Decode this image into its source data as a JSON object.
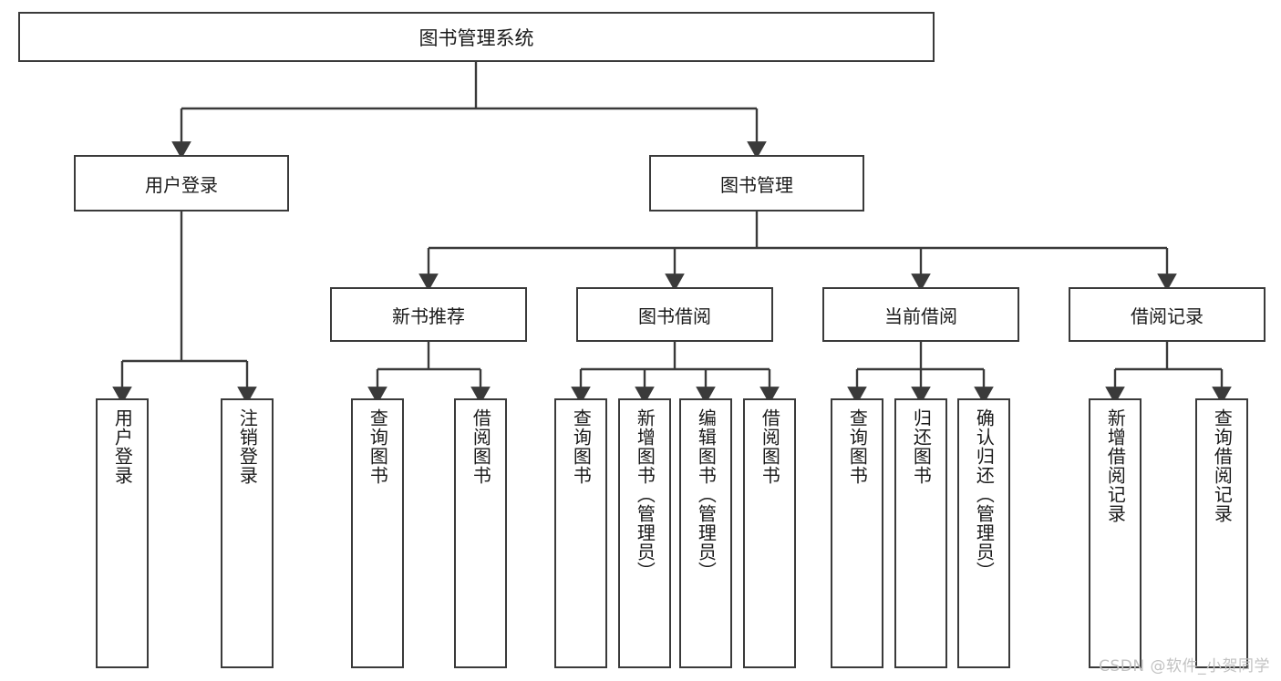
{
  "diagram": {
    "title": "图书管理系统",
    "type": "tree-hierarchy-chart",
    "stroke_color": "#3a3a3a",
    "fill_color": "#ffffff",
    "text_color": "#1a1a1a",
    "watermark": "CSDN @软件_小贺同学"
  },
  "root": {
    "label": "图书管理系统"
  },
  "level1": [
    {
      "label": "用户登录"
    },
    {
      "label": "图书管理"
    }
  ],
  "level2": [
    {
      "label": "新书推荐"
    },
    {
      "label": "图书借阅"
    },
    {
      "label": "当前借阅"
    },
    {
      "label": "借阅记录"
    }
  ],
  "leaves": {
    "user_login": [
      {
        "label": "用户登录"
      },
      {
        "label": "注销登录"
      }
    ],
    "new_book_recommend": [
      {
        "label": "查询图书"
      },
      {
        "label": "借阅图书"
      }
    ],
    "book_borrow": [
      {
        "label": "查询图书"
      },
      {
        "label": "新增图书（管理员）"
      },
      {
        "label": "编辑图书（管理员）"
      },
      {
        "label": "借阅图书"
      }
    ],
    "current_borrow": [
      {
        "label": "查询图书"
      },
      {
        "label": "归还图书"
      },
      {
        "label": "确认归还（管理员）"
      }
    ],
    "borrow_record": [
      {
        "label": "新增借阅记录"
      },
      {
        "label": "查询借阅记录"
      }
    ]
  }
}
